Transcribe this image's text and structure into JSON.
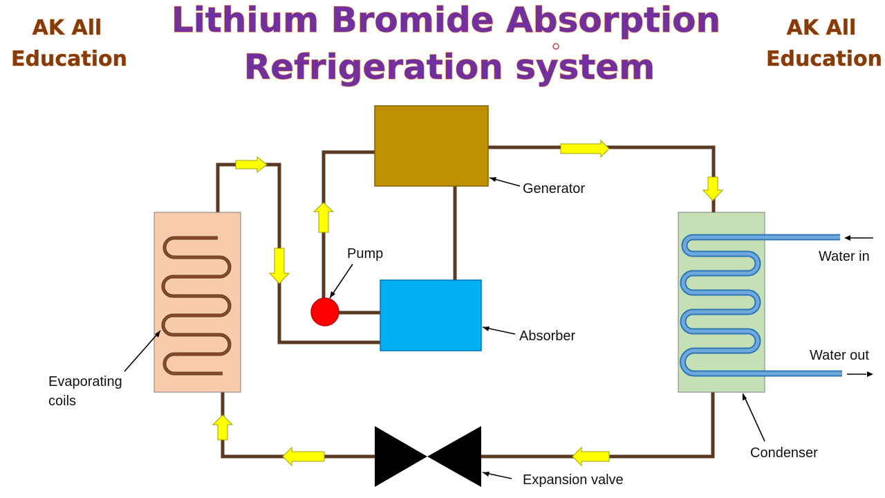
{
  "title": {
    "line1": "Lithium Bromide Absorption",
    "line2": "Refrigeration system"
  },
  "branding": {
    "left": {
      "line1": "AK All",
      "line2": "Education"
    },
    "right": {
      "line1": "AK All",
      "line2": "Education"
    }
  },
  "labels": {
    "generator": "Generator",
    "pump": "Pump",
    "absorber": "Absorber",
    "evaporating_line1": "Evaporating",
    "evaporating_line2": "coils",
    "water_in": "Water in",
    "water_out": "Water out",
    "condenser": "Condenser",
    "expansion_valve": "Expansion valve"
  },
  "colors": {
    "title": "#7030a0",
    "title_outline": "#ed7d31",
    "brand": "#843c0c",
    "generator": "#bf9000",
    "absorber": "#00b0f0",
    "pump": "#ff0000",
    "evaporator": "#f8cbad",
    "condenser": "#c5e0b4",
    "pipe": "#5a3a22",
    "water_pipe": "#2e75b6",
    "flow_arrow": "#ffff00",
    "valve": "#000000"
  },
  "icons": {
    "flow_arrow": "arrow-shape",
    "valve": "bowtie-valve-shape",
    "pump": "circle-shape"
  }
}
